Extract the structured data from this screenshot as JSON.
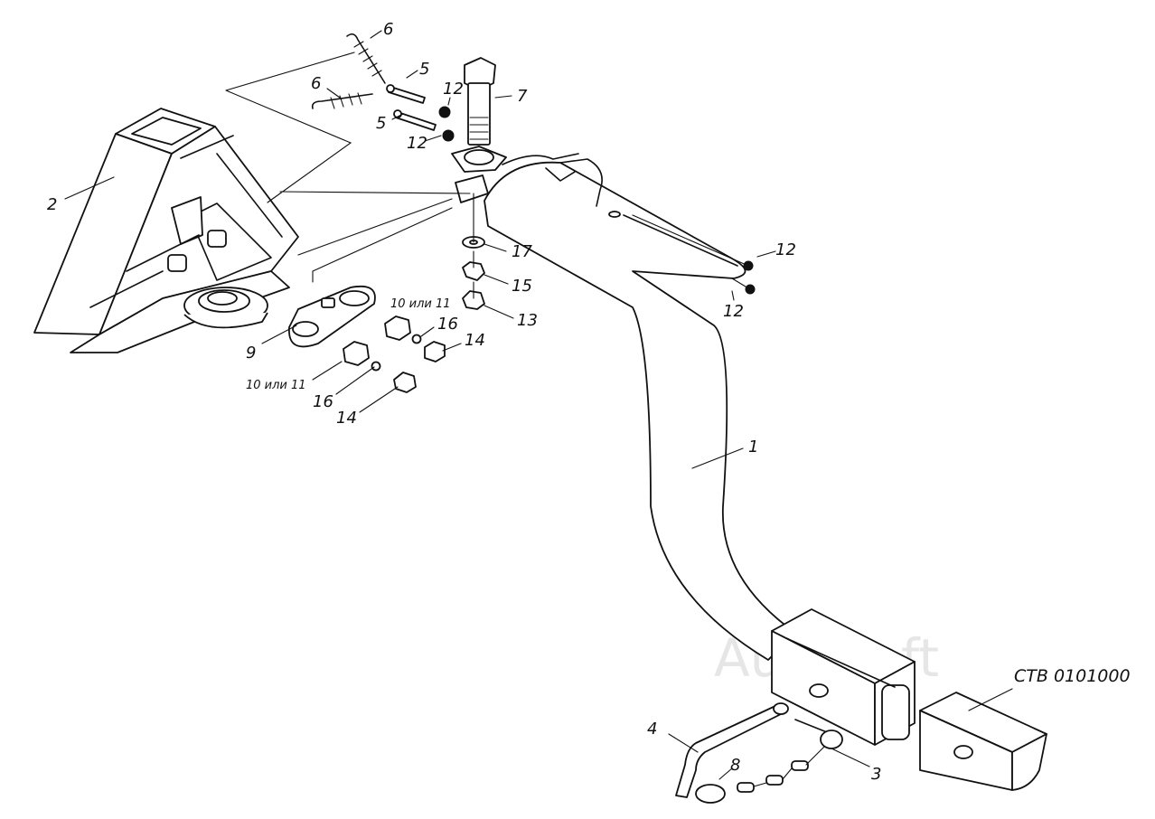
{
  "drawing_code": "СТВ 0101000",
  "watermark": "AutoSoft",
  "callouts": {
    "p1": "1",
    "p2": "2",
    "p3": "3",
    "p4": "4",
    "p5a": "5",
    "p5b": "5",
    "p6a": "6",
    "p6b": "6",
    "p7": "7",
    "p8": "8",
    "p9": "9",
    "p10_11a": "10 или 11",
    "p10_11b": "10 или 11",
    "p12a": "12",
    "p12b": "12",
    "p12c": "12",
    "p12d": "12",
    "p13": "13",
    "p14a": "14",
    "p14b": "14",
    "p15": "15",
    "p16a": "16",
    "p16b": "16",
    "p17": "17"
  }
}
